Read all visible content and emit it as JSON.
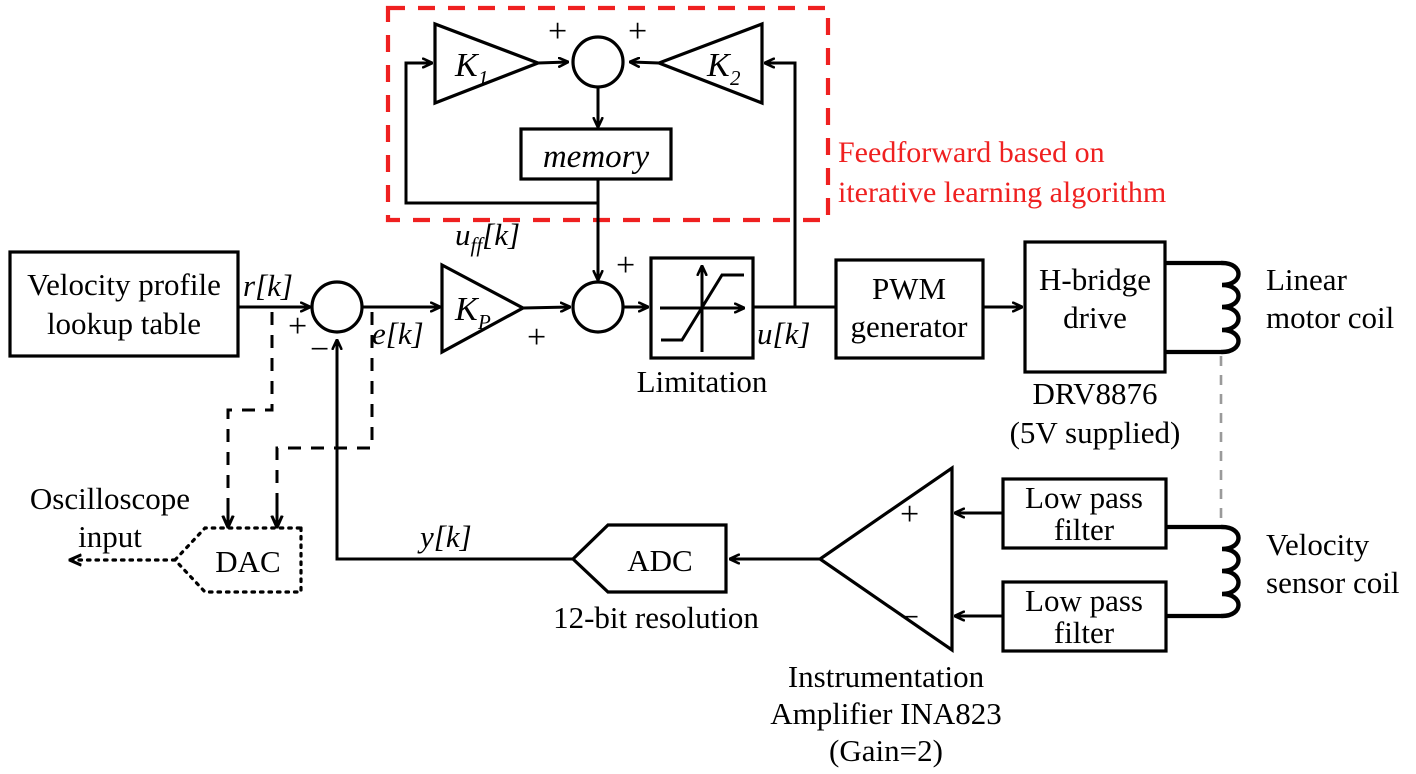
{
  "diagram": {
    "title": "Linear motor velocity control block diagram with iterative learning feedforward",
    "colors": {
      "line": "#000000",
      "accent_red": "#ef2020",
      "coupling_gray": "#9a9a9a"
    }
  },
  "blocks": {
    "velocity_profile": {
      "line1": "Velocity profile",
      "line2": "lookup table"
    },
    "kp": {
      "label": "K",
      "sub": "P"
    },
    "k1": {
      "label": "K",
      "sub": "1"
    },
    "k2": {
      "label": "K",
      "sub": "2"
    },
    "memory": {
      "label": "memory"
    },
    "limitation": {
      "caption": "Limitation",
      "icon": "saturation-curve-icon"
    },
    "pwm": {
      "line1": "PWM",
      "line2": "generator"
    },
    "hbridge": {
      "line1": "H-bridge",
      "line2": "drive",
      "caption1": "DRV8876",
      "caption2": "(5V supplied)"
    },
    "motor_coil": {
      "line1": "Linear",
      "line2": "motor coil"
    },
    "sensor_coil": {
      "line1": "Velocity",
      "line2": "sensor coil"
    },
    "lpf_top": {
      "line1": "Low pass",
      "line2": "filter"
    },
    "lpf_bottom": {
      "line1": "Low pass",
      "line2": "filter"
    },
    "inamp": {
      "plus": "+",
      "minus": "−",
      "caption1": "Instrumentation",
      "caption2": "Amplifier INA823",
      "caption3": "(Gain=2)"
    },
    "adc": {
      "label": "ADC",
      "caption": "12-bit resolution"
    },
    "dac": {
      "label": "DAC",
      "caption1": "Oscilloscope",
      "caption2": "input"
    }
  },
  "signals": {
    "r": "r[k]",
    "e": "e[k]",
    "u_ff_base": "u",
    "u_ff_sub": "ff",
    "u_ff_tail": "[k]",
    "u": "u[k]",
    "y": "y[k]"
  },
  "signs": {
    "sum1_plus": "+",
    "sum1_minus": "−",
    "sum2_plus_top": "+",
    "sum2_plus_left": "+",
    "sum3_plus_left": "+",
    "sum3_plus_right": "+"
  },
  "annotations": {
    "feedforward_line1": "Feedforward based on",
    "feedforward_line2": "iterative learning algorithm"
  }
}
